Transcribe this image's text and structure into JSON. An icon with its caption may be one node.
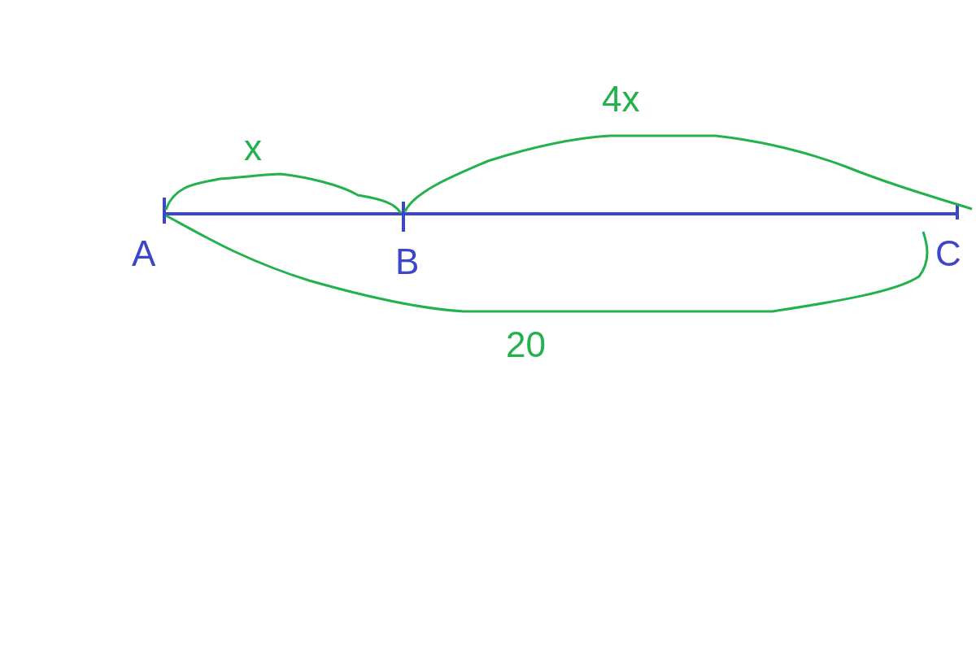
{
  "diagram": {
    "labels": [
      "4x",
      "x",
      "A",
      "B",
      "C",
      "20"
    ]
  }
}
